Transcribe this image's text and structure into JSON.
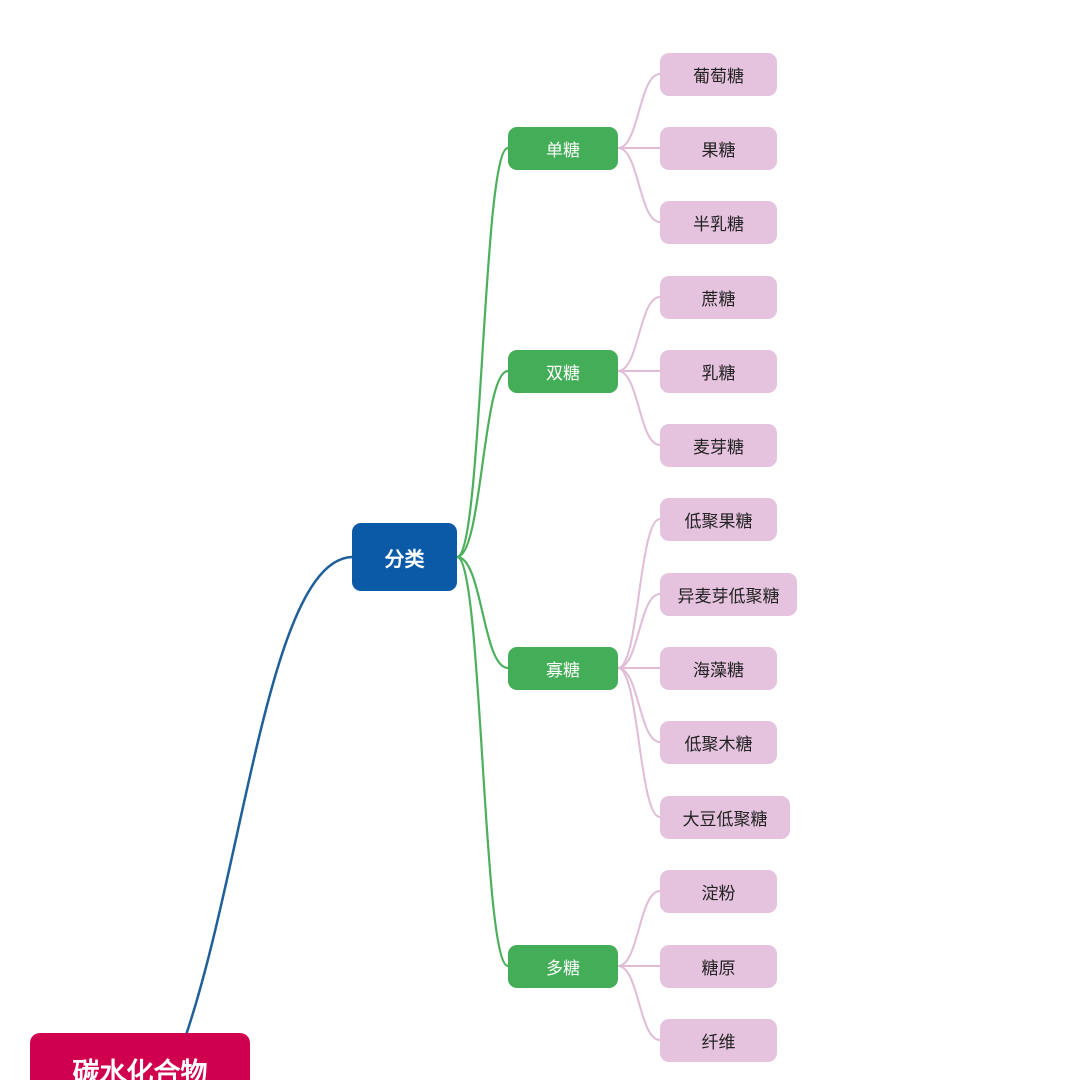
{
  "root": {
    "id": "root",
    "label": "碳水化合物"
  },
  "main_branch": {
    "id": "fenlei",
    "label": "分类"
  },
  "groups": [
    {
      "id": "dantang",
      "label": "单糖",
      "items": [
        "葡萄糖",
        "果糖",
        "半乳糖"
      ]
    },
    {
      "id": "shuangtang",
      "label": "双糖",
      "items": [
        "蔗糖",
        "乳糖",
        "麦芽糖"
      ]
    },
    {
      "id": "guatang",
      "label": "寡糖",
      "items": [
        "低聚果糖",
        "异麦芽低聚糖",
        "海藻糖",
        "低聚木糖",
        "大豆低聚糖"
      ]
    },
    {
      "id": "duotang",
      "label": "多糖",
      "items": [
        "淀粉",
        "糖原",
        "纤维"
      ]
    }
  ],
  "colors": {
    "root": "#d0004f",
    "level1": "#0a5aa8",
    "level1_link": "#1f5f9a",
    "level2": "#43ad57",
    "level2_link": "#4caf5c",
    "level3": "#e5c2dd",
    "level3_link": "#e0bcd6"
  }
}
